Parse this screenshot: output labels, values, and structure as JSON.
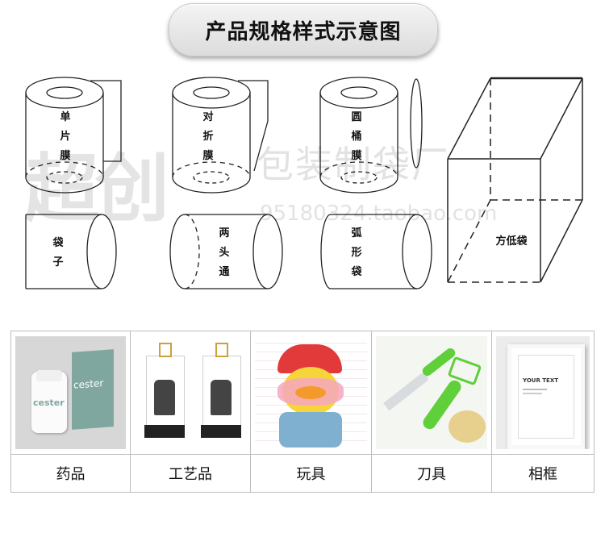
{
  "title": "产品规格样式示意图",
  "shapes": [
    {
      "name": "single-film",
      "label": "单片膜"
    },
    {
      "name": "folded-film",
      "label": "对折膜"
    },
    {
      "name": "tube-film",
      "label": "圆桶膜"
    },
    {
      "name": "bag",
      "label": "袋子"
    },
    {
      "name": "open-tube",
      "label": "两头通"
    },
    {
      "name": "arc-bag",
      "label": "弧形袋"
    },
    {
      "name": "square-bottom-bag",
      "label": "方低袋"
    }
  ],
  "watermark": {
    "logo": "超创",
    "brand": "包装制袋厂",
    "site": "95180324.taobao.com"
  },
  "products": [
    {
      "label": "药品",
      "image": "medicine-bottle-and-box"
    },
    {
      "label": "工艺品",
      "image": "crafts-lion-statues"
    },
    {
      "label": "玩具",
      "image": "toy-duck"
    },
    {
      "label": "刀具",
      "image": "knife-and-peeler"
    },
    {
      "label": "相框",
      "image": "photo-frame"
    }
  ],
  "frame_text": {
    "line1": "YOUR TEXT"
  },
  "box_text": "cester",
  "colors": {
    "green": "#5fcf3a",
    "teal": "#7fa7a0",
    "pill": "#e6e6e6"
  }
}
